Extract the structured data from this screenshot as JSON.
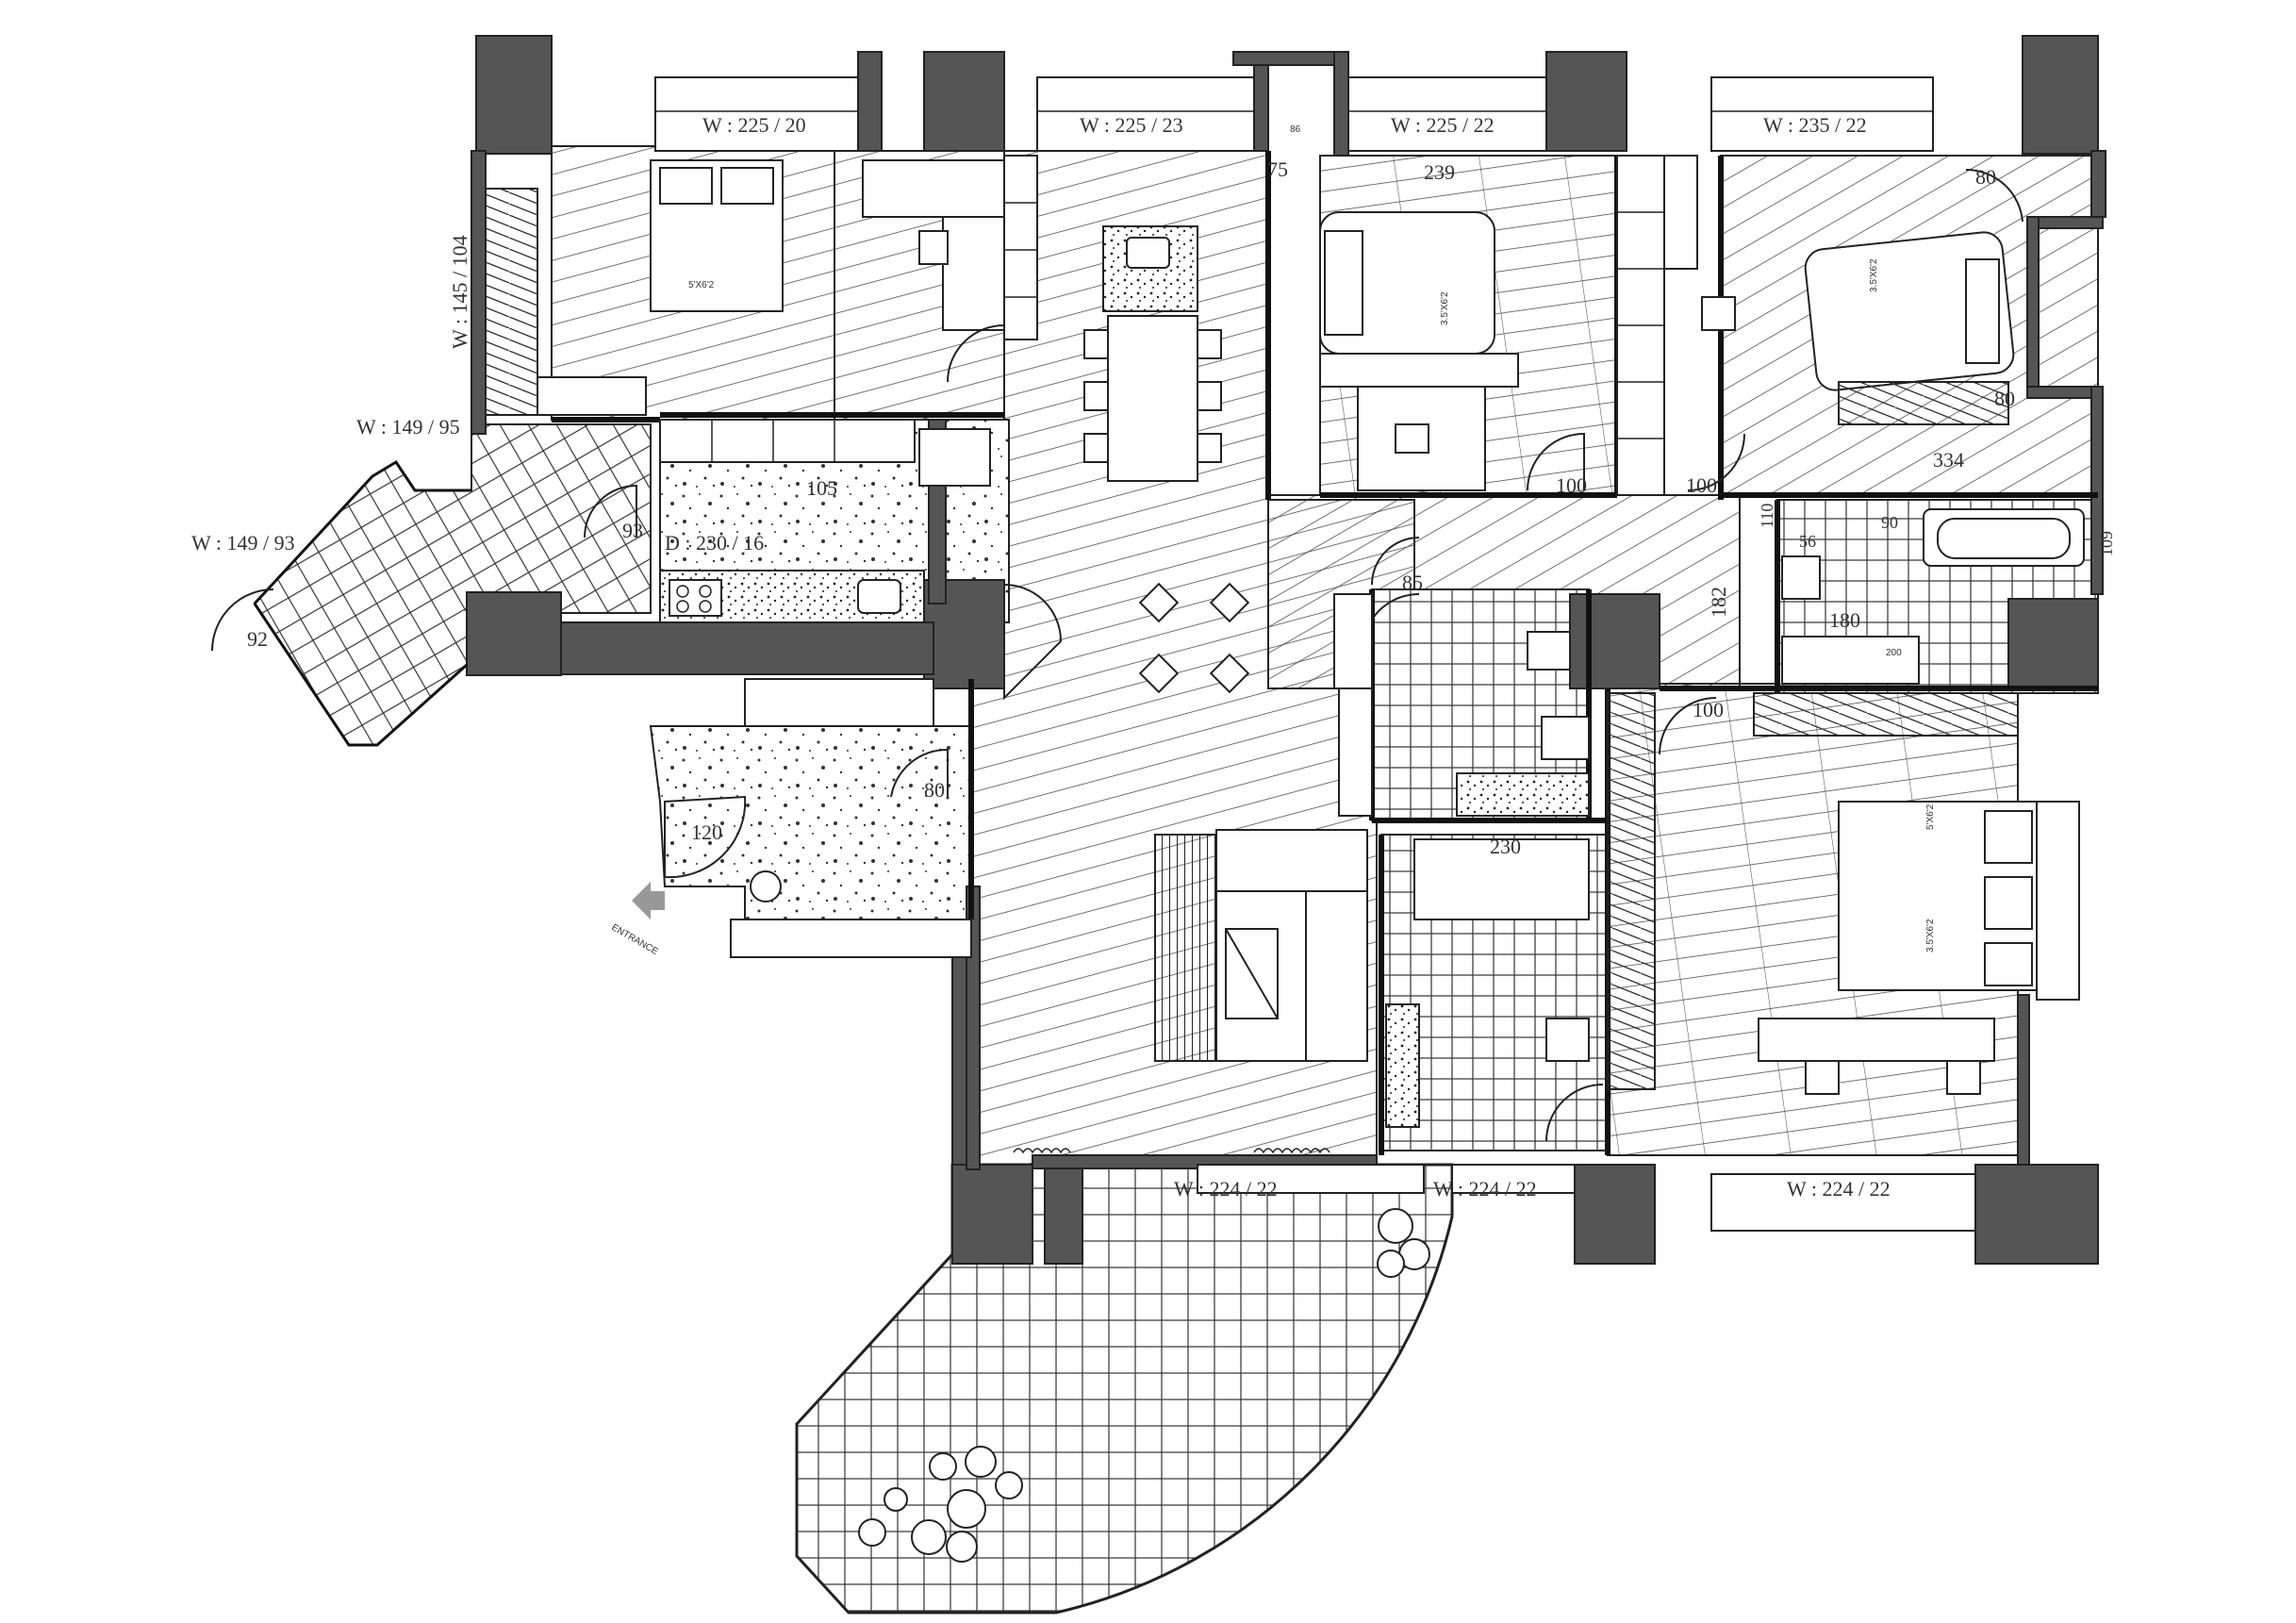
{
  "window_labels": {
    "w_225_20": "W : 225 / 20",
    "w_225_23": "W : 225 / 23",
    "w_225_22": "W : 225 / 22",
    "w_235_22": "W : 235 / 22",
    "w_145_104": "W : 145 / 104",
    "w_149_95": "W : 149 / 95",
    "w_149_93": "W : 149 / 93",
    "w_224_22_a": "W : 224 / 22",
    "w_224_22_b": "W : 224 / 22",
    "w_224_22_c": "W : 224 / 22"
  },
  "door_label": "D : 230 / 16",
  "dimensions": {
    "d239": "239",
    "d334": "334",
    "d182": "182",
    "d180": "180",
    "d230": "230",
    "d105": "105",
    "d100_a": "100",
    "d100_b": "100",
    "d100_c": "100",
    "d80_a": "80",
    "d80_b": "80",
    "d80_c": "80",
    "d85": "85",
    "d90": "90",
    "d93": "93",
    "d92": "92",
    "d120": "120",
    "d110": "110",
    "d109": "109",
    "d56": "56",
    "d86": "86",
    "d75": "75",
    "d200": "200"
  },
  "bed_sizes": {
    "bed_a": "5'X6'2",
    "bed_b": "3.5'X6'2",
    "bed_c": "3.5'X6'2",
    "bed_d": "5'X6'2",
    "bed_e": "3.5'X6'2"
  },
  "entrance_label": "ENTRANCE"
}
